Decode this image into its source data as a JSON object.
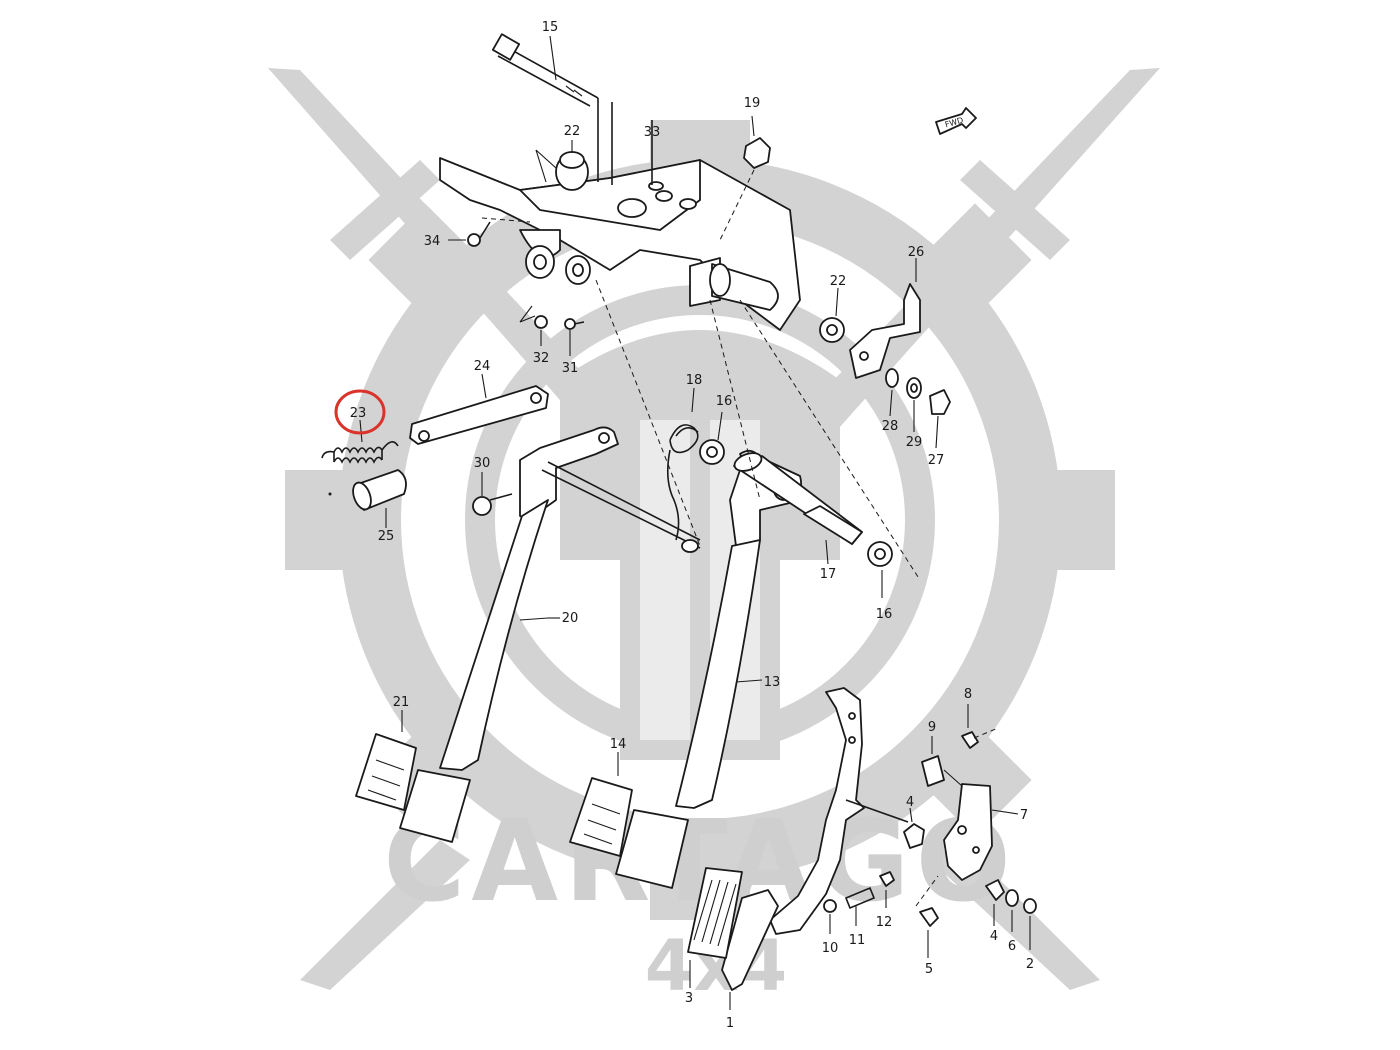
{
  "watermark": {
    "brand": "CARTAGO",
    "sub": "4x4",
    "color": "#d3d3d3"
  },
  "direction_badge": {
    "label": "FWD"
  },
  "highlight": {
    "part": "23",
    "color": "#d9342b"
  },
  "part_labels": {
    "p1": "1",
    "p2": "2",
    "p3": "3",
    "p4a": "4",
    "p4b": "4",
    "p5": "5",
    "p6": "6",
    "p7": "7",
    "p8": "8",
    "p9": "9",
    "p10": "10",
    "p11": "11",
    "p12": "12",
    "p13": "13",
    "p14": "14",
    "p15": "15",
    "p16a": "16",
    "p16b": "16",
    "p17": "17",
    "p18": "18",
    "p19": "19",
    "p20": "20",
    "p21": "21",
    "p22a": "22",
    "p22b": "22",
    "p23": "23",
    "p24": "24",
    "p25": "25",
    "p26": "26",
    "p27": "27",
    "p28": "28",
    "p29": "29",
    "p30": "30",
    "p31": "31",
    "p32": "32",
    "p33": "33",
    "p34": "34"
  }
}
